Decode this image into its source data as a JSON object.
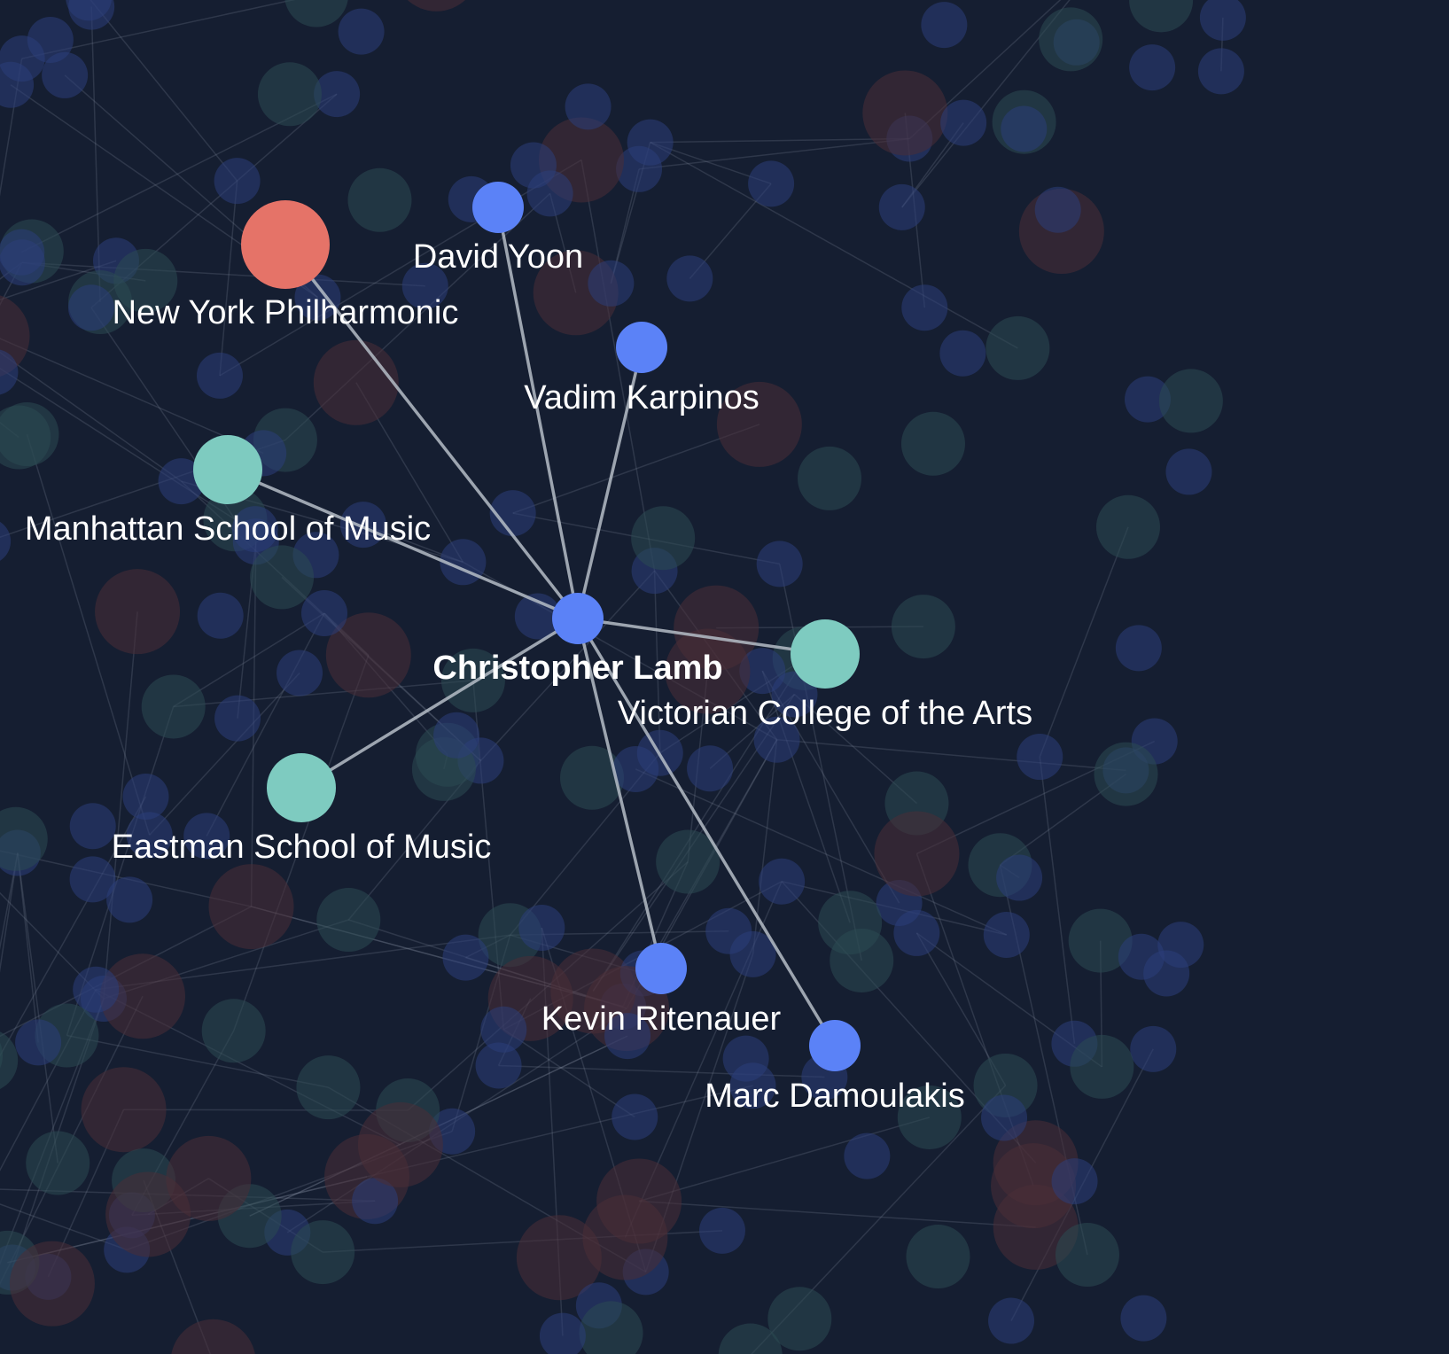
{
  "colors": {
    "background": "#151e31",
    "person": "#5b82f7",
    "institution": "#7ecbc0",
    "orchestra": "#e57368",
    "edge": "#b5bdc7",
    "label": "#ffffff"
  },
  "focus_node": {
    "name": "Christopher Lamb",
    "type": "person"
  },
  "connected_nodes": [
    {
      "name": "New York Philharmonic",
      "type": "orchestra"
    },
    {
      "name": "David Yoon",
      "type": "person"
    },
    {
      "name": "Vadim Karpinos",
      "type": "person"
    },
    {
      "name": "Manhattan School of Music",
      "type": "institution"
    },
    {
      "name": "Victorian College of the Arts",
      "type": "institution"
    },
    {
      "name": "Eastman School of Music",
      "type": "institution"
    },
    {
      "name": "Kevin Ritenauer",
      "type": "person"
    },
    {
      "name": "Marc Damoulakis",
      "type": "person"
    }
  ]
}
